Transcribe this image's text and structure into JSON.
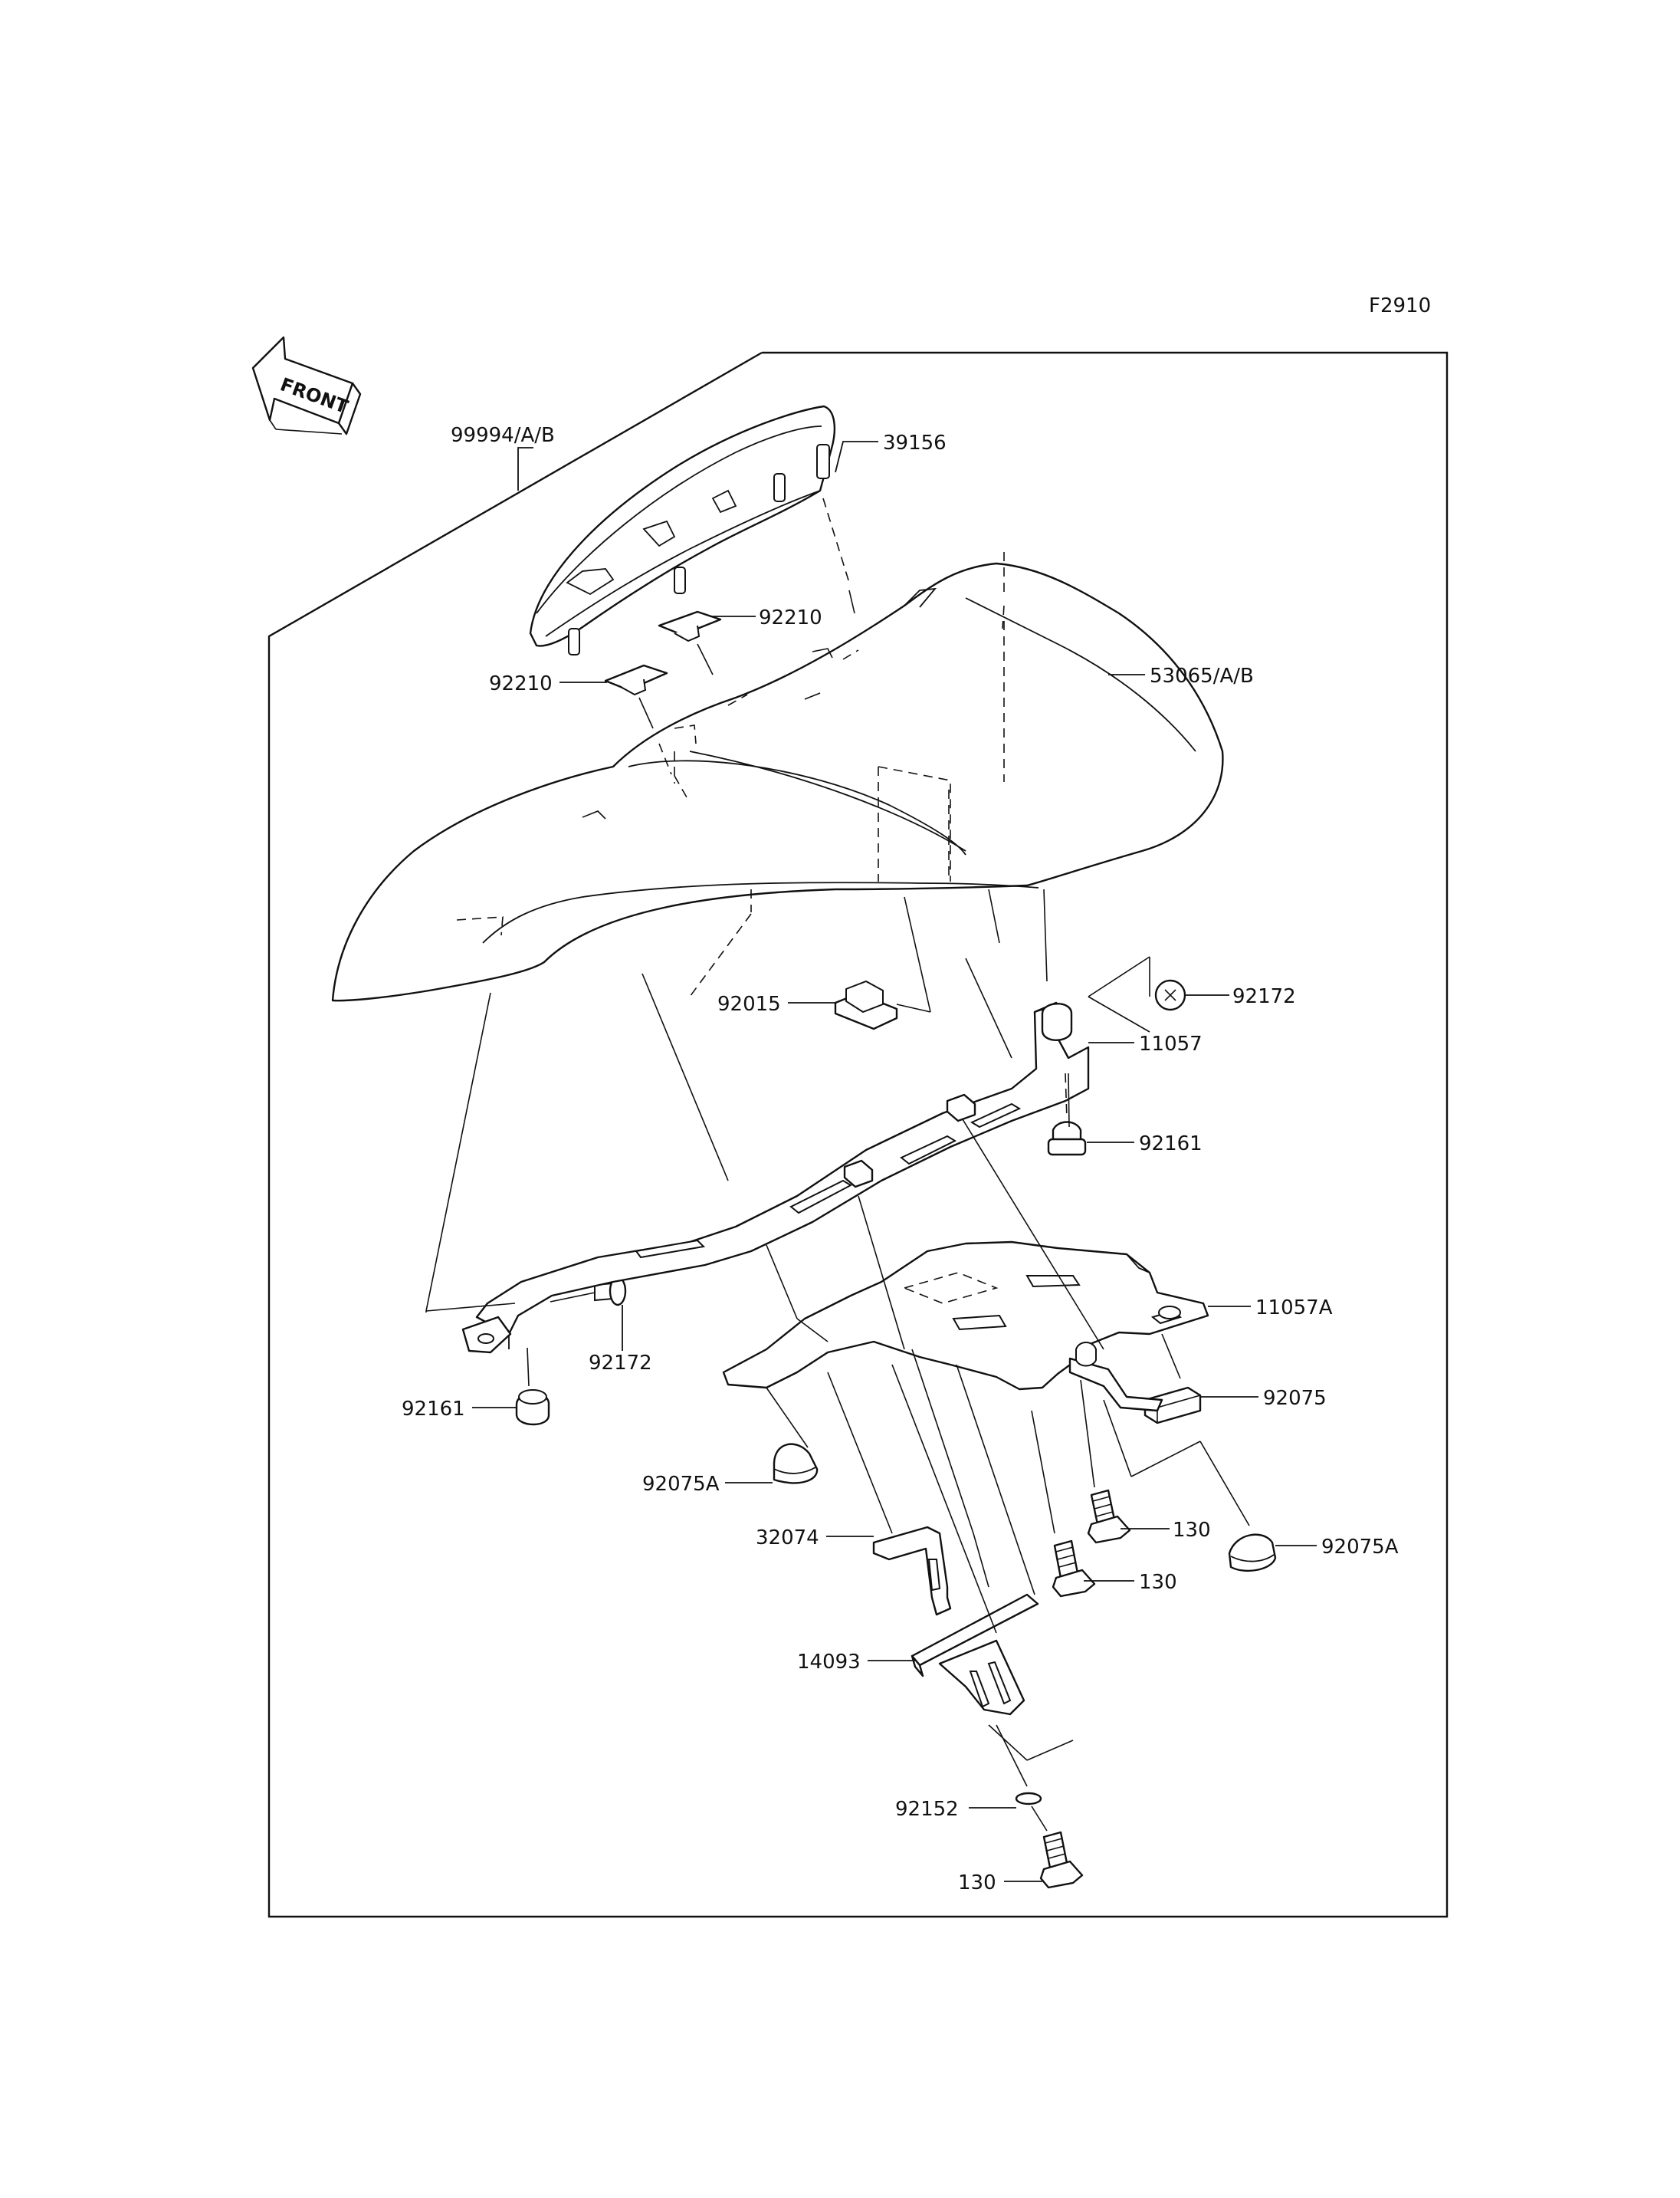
{
  "figure_id": "F2910",
  "front_label": "FRONT",
  "parts": {
    "p99994": "99994/A/B",
    "p39156": "39156",
    "p92210_a": "92210",
    "p92210_b": "92210",
    "p53065": "53065/A/B",
    "p92015": "92015",
    "p92172_a": "92172",
    "p11057": "11057",
    "p92161_a": "92161",
    "p11057A": "11057A",
    "p92172_b": "92172",
    "p92161_b": "92161",
    "p92075": "92075",
    "p92075A_a": "92075A",
    "p130_a": "130",
    "p32074": "32074",
    "p92075A_b": "92075A",
    "p130_b": "130",
    "p14093": "14093",
    "p92152": "92152",
    "p130_c": "130"
  }
}
